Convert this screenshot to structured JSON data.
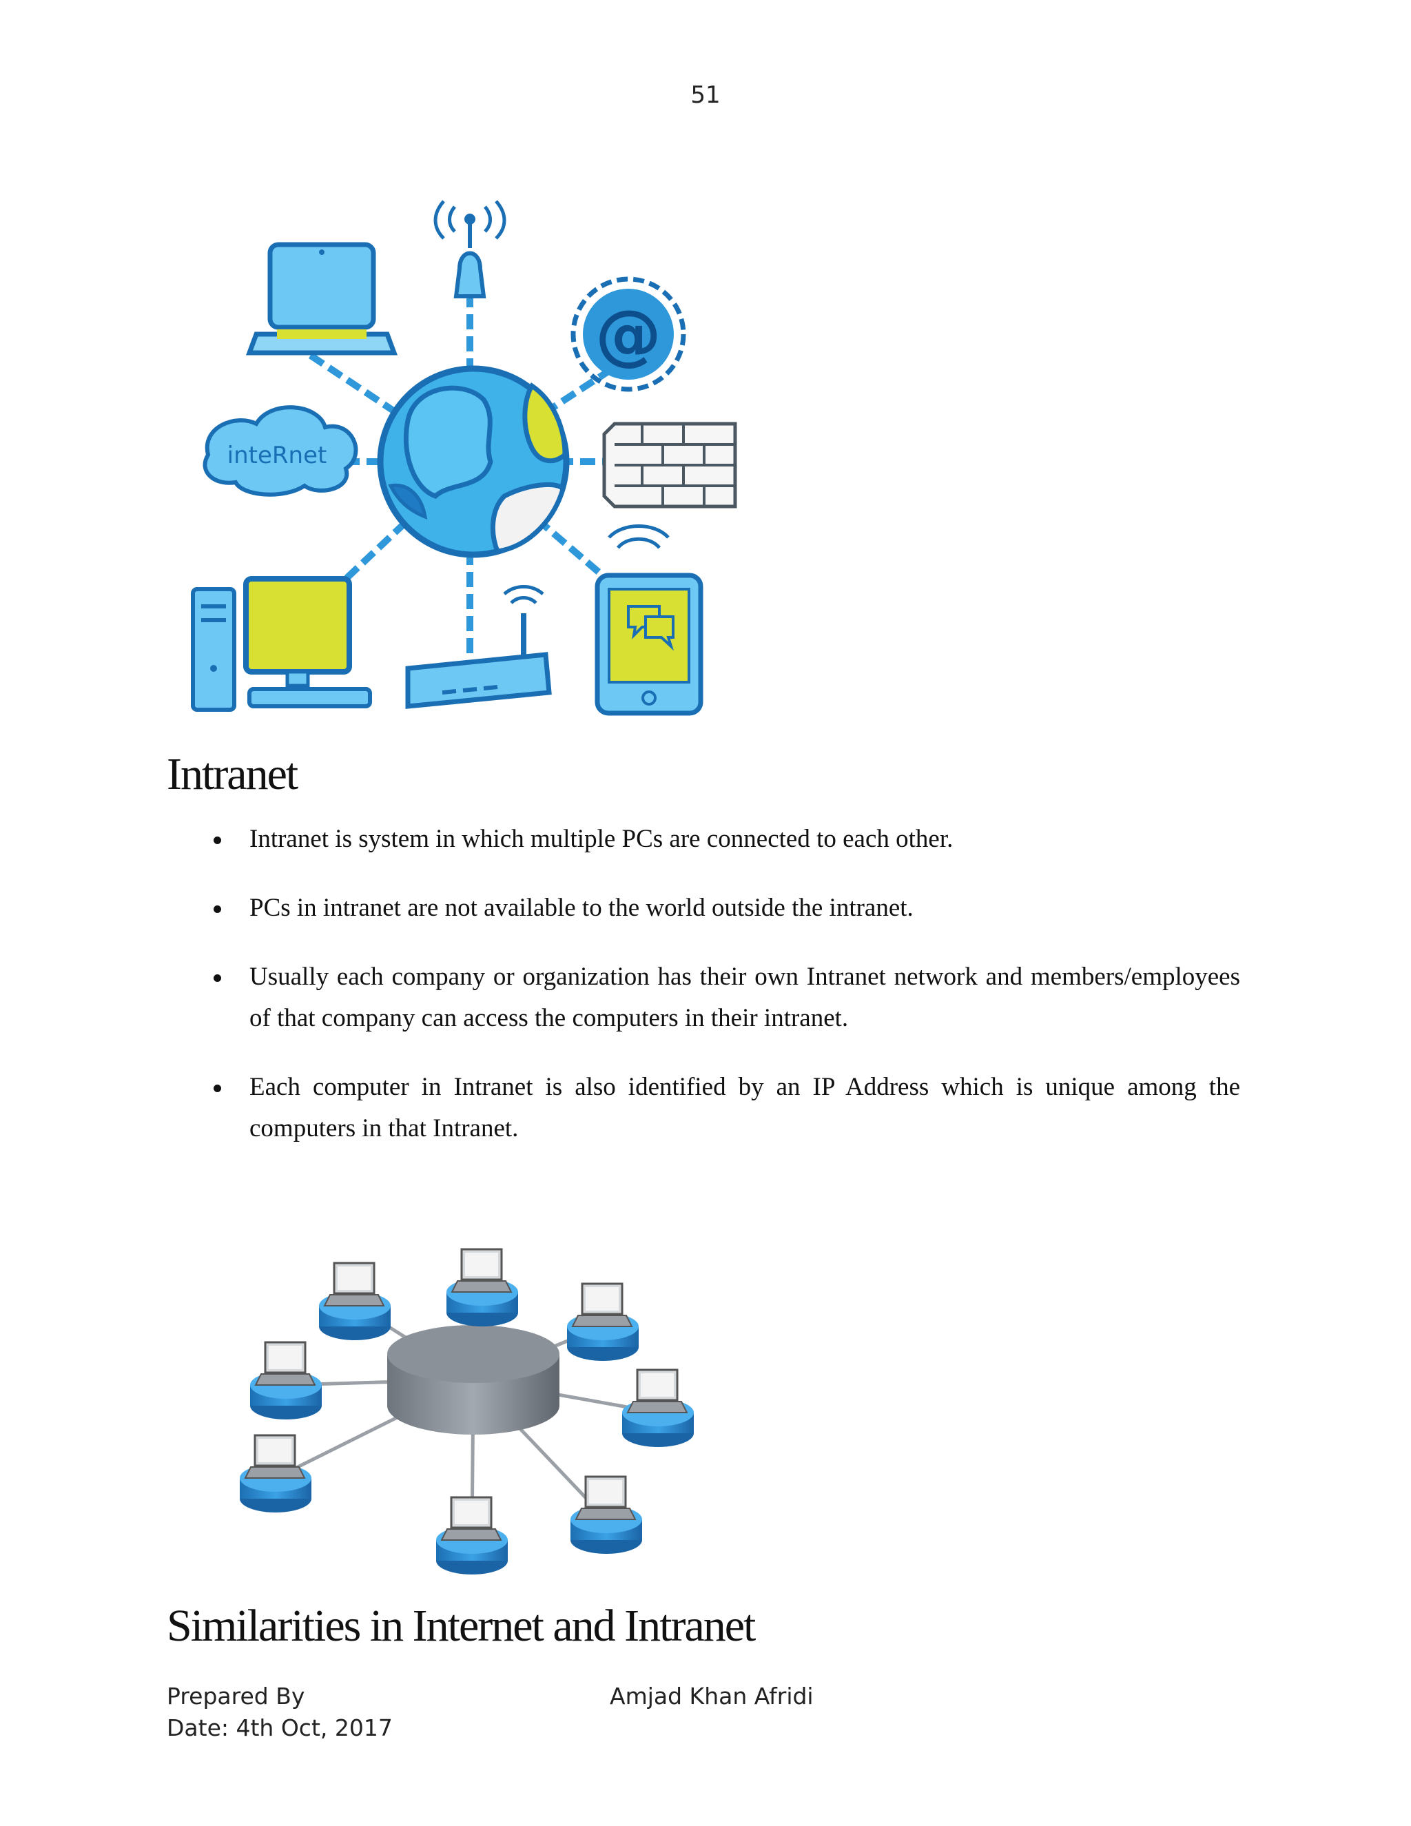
{
  "page": {
    "number": "51"
  },
  "figure_top": {
    "cloud_label": "inteRnet",
    "email_symbol": "@",
    "icons": [
      "laptop-icon",
      "antenna-icon",
      "email-icon",
      "cloud-icon",
      "firewall-icon",
      "desktop-icon",
      "router-icon",
      "tablet-icon",
      "globe-icon"
    ],
    "colors": {
      "blue": "#3aaee6",
      "dark_blue": "#1a7cc4",
      "yellow": "#d8e034",
      "white": "#f2f2f2"
    }
  },
  "section_intranet": {
    "heading": "Intranet",
    "bullets": [
      "Intranet is system in which multiple PCs are connected to each other.",
      "PCs in intranet are not available to the world outside the intranet.",
      "Usually each company or organization has their own Intranet network and members/employees of that company can access the computers in their intranet.",
      "Each computer in Intranet is also identified by an IP Address which is unique among the computers in that Intranet."
    ]
  },
  "figure_bottom": {
    "icons": [
      "central-hub-icon",
      "laptop-node-icon"
    ],
    "colors": {
      "hub": "#8a9098",
      "node": "#2b8fd6"
    }
  },
  "section_similarities": {
    "heading": "Similarities in Internet and Intranet"
  },
  "footer": {
    "prepared_by": "Prepared By",
    "author": "Amjad Khan Afridi",
    "date": "Date: 4th Oct, 2017"
  }
}
